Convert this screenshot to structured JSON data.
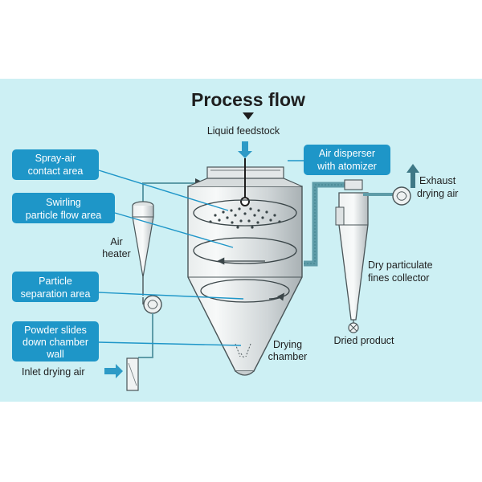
{
  "title": "Process flow",
  "colors": {
    "background_panel": "#cdf0f4",
    "label_box": "#1e96c8",
    "vessel_light": "#f2f4f4",
    "vessel_dark": "#b9c0c3",
    "outline": "#4a5558",
    "duct": "#5e9ca8",
    "arrow_accent": "#2d9ac6"
  },
  "labels": {
    "liquid_feedstock": "Liquid feedstock",
    "air_heater": [
      "Air",
      "heater"
    ],
    "inlet_drying_air": "Inlet drying air",
    "drying_chamber": [
      "Drying",
      "chamber"
    ],
    "exhaust_drying_air": [
      "Exhaust",
      "drying air"
    ],
    "dry_particulate": [
      "Dry particulate",
      "fines collector"
    ],
    "dried_product": "Dried product"
  },
  "callouts": {
    "spray_air_contact": [
      "Spray-air",
      "contact area"
    ],
    "swirling_flow": [
      "Swirling",
      "particle flow area"
    ],
    "particle_separation": [
      "Particle",
      "separation area"
    ],
    "powder_slides": [
      "Powder slides",
      "down chamber",
      "wall"
    ],
    "air_disperser": [
      "Air disperser",
      "with atomizer"
    ]
  }
}
